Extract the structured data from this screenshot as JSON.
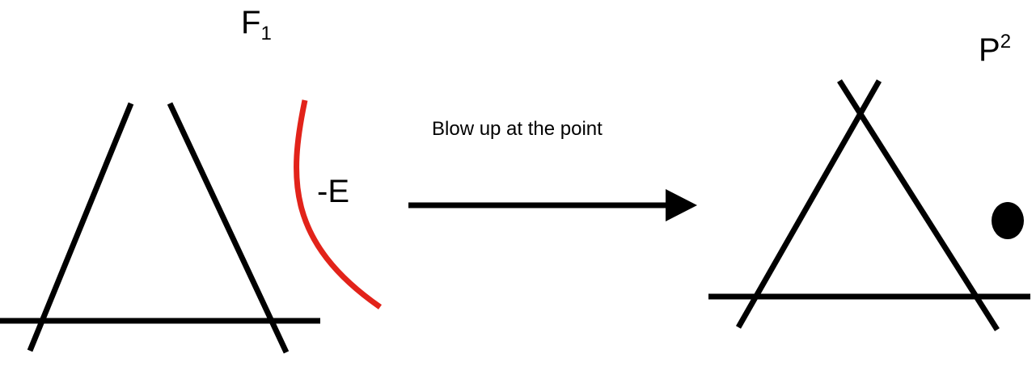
{
  "left": {
    "title": "F",
    "title_sub": "1",
    "curve_label": "-E"
  },
  "arrow": {
    "label": "Blow up at the point"
  },
  "right": {
    "title": "P",
    "title_sup": "2"
  },
  "colors": {
    "lines": "#000000",
    "exceptional_curve": "#e2231a",
    "point": "#000000"
  }
}
